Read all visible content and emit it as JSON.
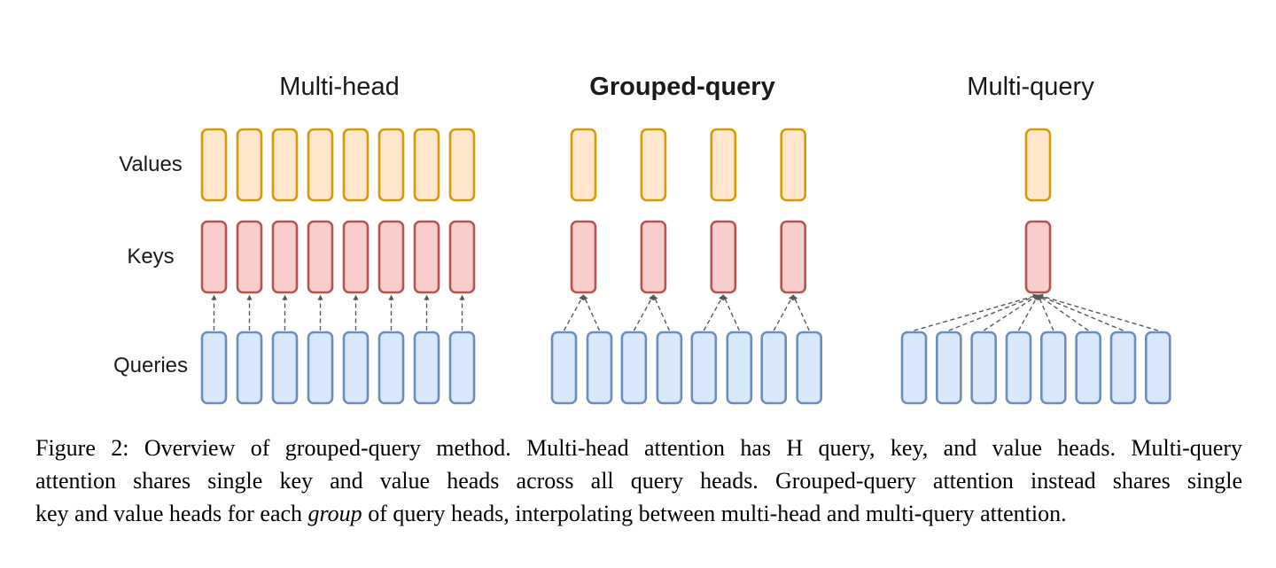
{
  "figure": {
    "panels": [
      {
        "title": "Multi-head",
        "bold": false,
        "value_heads": 8,
        "key_heads": 8,
        "query_heads": 8,
        "queries_per_group": 1
      },
      {
        "title": "Grouped-query",
        "bold": true,
        "value_heads": 4,
        "key_heads": 4,
        "query_heads": 8,
        "queries_per_group": 2
      },
      {
        "title": "Multi-query",
        "bold": false,
        "value_heads": 1,
        "key_heads": 1,
        "query_heads": 8,
        "queries_per_group": 8
      }
    ],
    "row_labels": [
      "Values",
      "Keys",
      "Queries"
    ],
    "colors": {
      "value_fill": "#FFE6CC",
      "value_stroke": "#D79B00",
      "key_fill": "#F8CECC",
      "key_stroke": "#B85450",
      "query_fill": "#DAE8FC",
      "query_stroke": "#6C8EBF",
      "connector": "#595959",
      "title_text": "#1A1A1A",
      "caption_text": "#000000"
    }
  },
  "caption": {
    "line1": "Figure 2: Overview of grouped-query method. Multi-head attention has H query, key, and value heads. Multi-query",
    "line2": "attention shares single key and value heads across all query heads. Grouped-query attention instead shares single",
    "line3_pre": "key and value heads for each ",
    "line3_italic": "group",
    "line3_post": " of query heads, interpolating between multi-head and multi-query attention."
  }
}
